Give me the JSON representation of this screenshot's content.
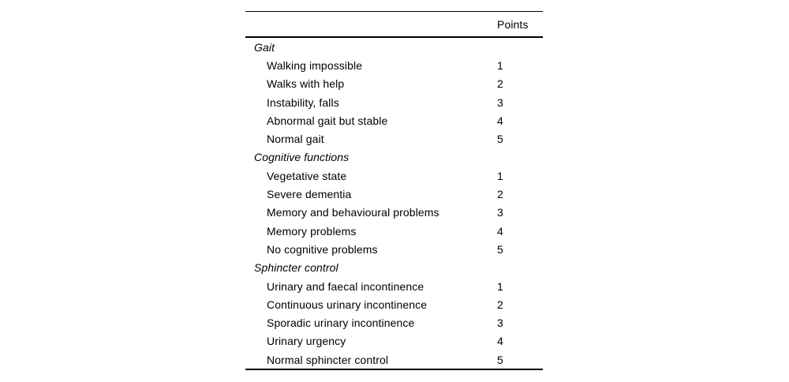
{
  "table": {
    "points_header": "Points",
    "sections": [
      {
        "title": "Gait",
        "items": [
          {
            "label": "Walking impossible",
            "points": "1"
          },
          {
            "label": "Walks with help",
            "points": "2"
          },
          {
            "label": "Instability, falls",
            "points": "3"
          },
          {
            "label": "Abnormal gait but stable",
            "points": "4"
          },
          {
            "label": "Normal gait",
            "points": "5"
          }
        ]
      },
      {
        "title": "Cognitive functions",
        "items": [
          {
            "label": "Vegetative state",
            "points": "1"
          },
          {
            "label": "Severe dementia",
            "points": "2"
          },
          {
            "label": "Memory and behavioural problems",
            "points": "3"
          },
          {
            "label": "Memory problems",
            "points": "4"
          },
          {
            "label": "No cognitive problems",
            "points": "5"
          }
        ]
      },
      {
        "title": "Sphincter control",
        "items": [
          {
            "label": "Urinary and faecal incontinence",
            "points": "1"
          },
          {
            "label": "Continuous urinary incontinence",
            "points": "2"
          },
          {
            "label": "Sporadic urinary incontinence",
            "points": "3"
          },
          {
            "label": "Urinary urgency",
            "points": "4"
          },
          {
            "label": "Normal sphincter control",
            "points": "5"
          }
        ]
      }
    ]
  },
  "colors": {
    "text": "#000000",
    "rule": "#000000",
    "background": "#ffffff"
  }
}
